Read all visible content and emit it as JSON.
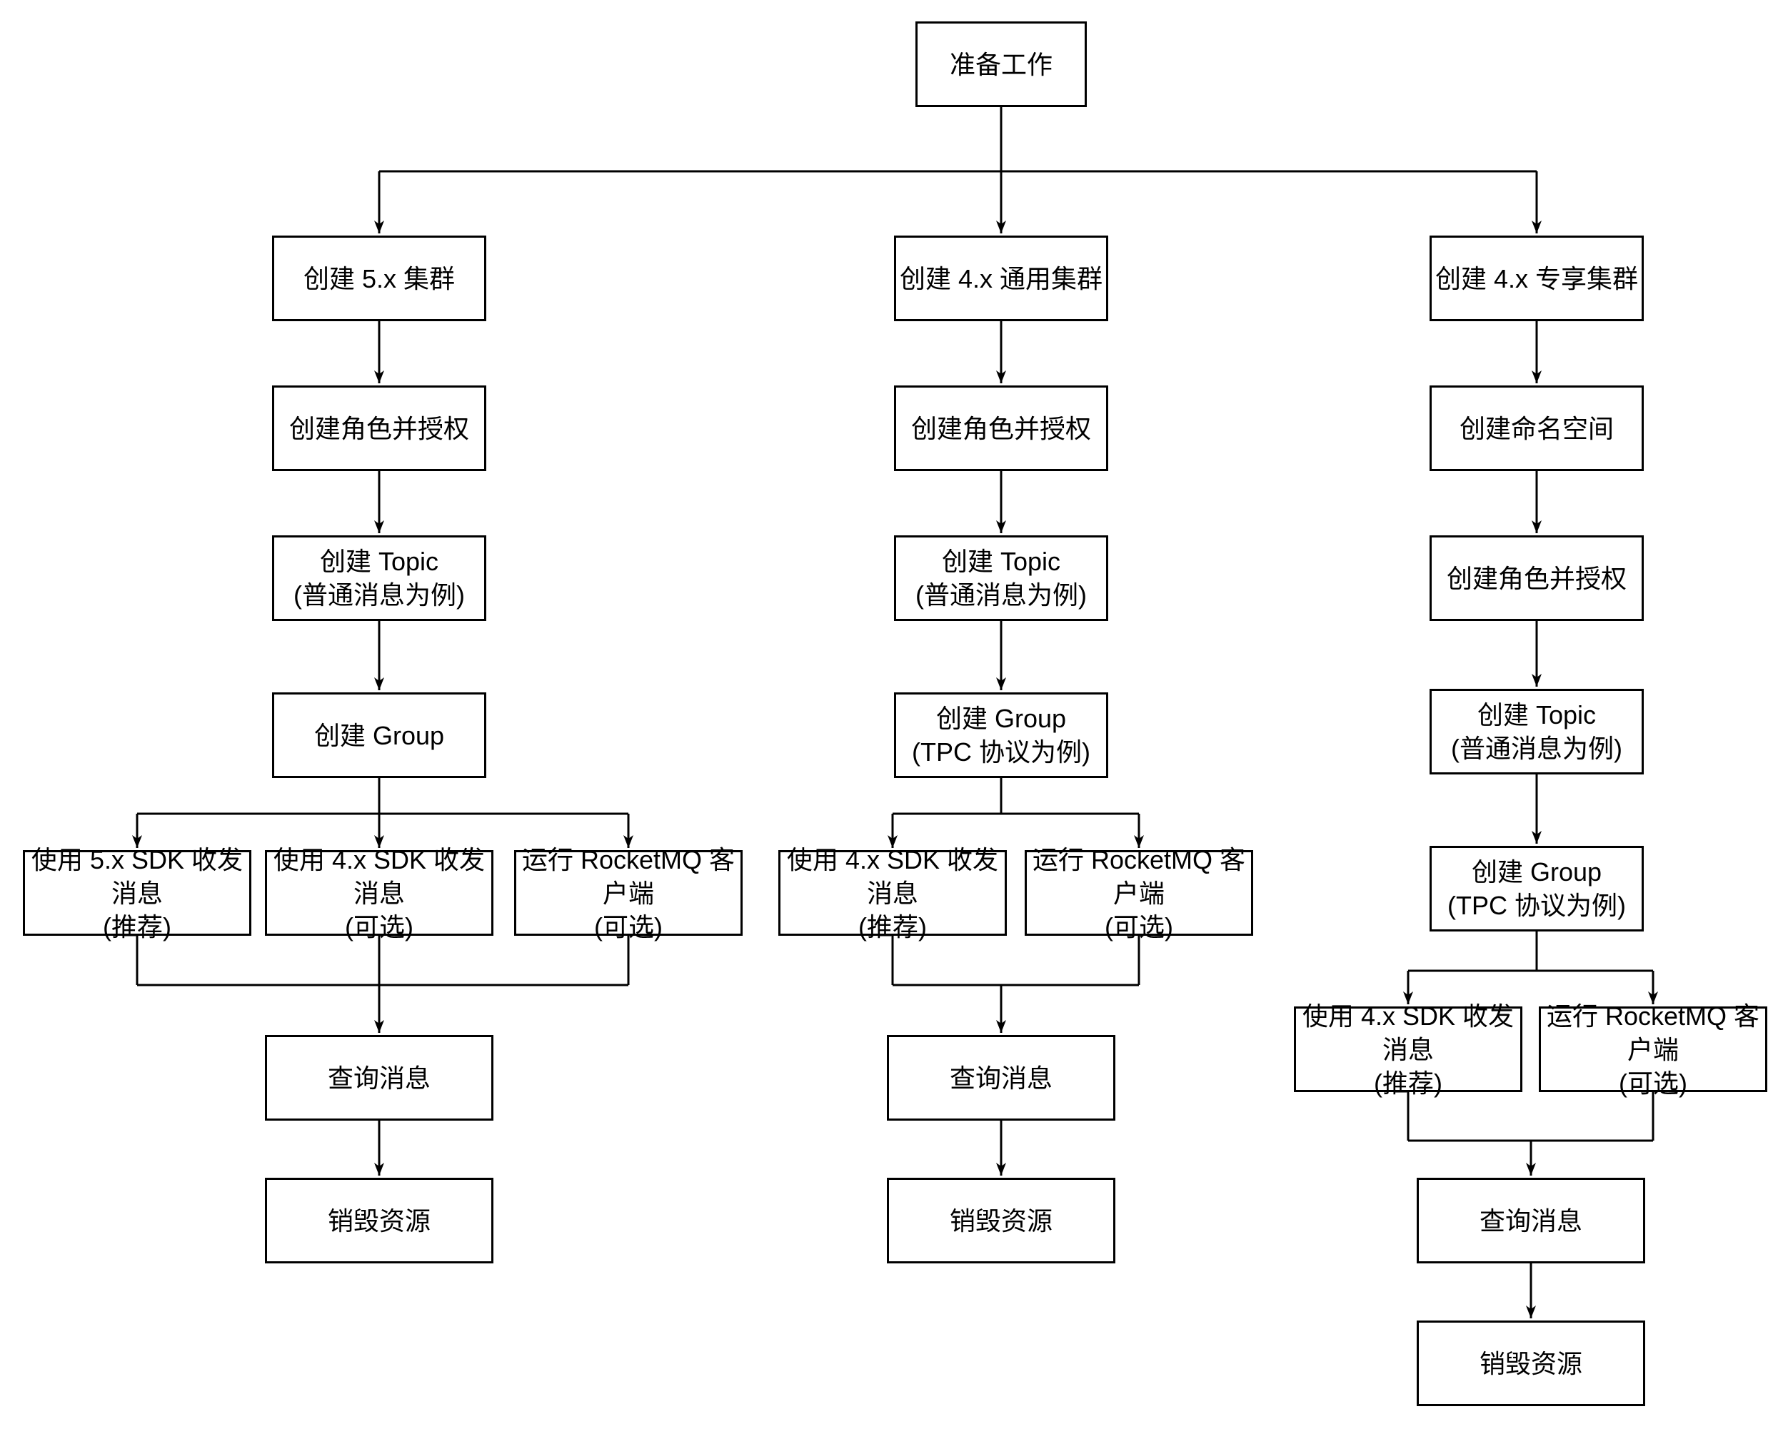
{
  "flow": {
    "start": "准备工作",
    "col_5x": {
      "create_cluster": "创建 5.x 集群",
      "create_role": "创建角色并授权",
      "create_topic": "创建 Topic\n(普通消息为例)",
      "create_group": "创建 Group",
      "use_5x_sdk": "使用 5.x SDK 收发消息\n(推荐)",
      "use_4x_sdk": "使用 4.x SDK 收发消息\n(可选)",
      "run_client": "运行 RocketMQ 客户端\n(可选)",
      "query_message": "查询消息",
      "destroy_resource": "销毁资源"
    },
    "col_4x_general": {
      "create_cluster": "创建 4.x 通用集群",
      "create_role": "创建角色并授权",
      "create_topic": "创建 Topic\n(普通消息为例)",
      "create_group": "创建 Group\n(TPC 协议为例)",
      "use_4x_sdk": "使用 4.x SDK 收发消息\n(推荐)",
      "run_client": "运行 RocketMQ 客户端\n(可选)",
      "query_message": "查询消息",
      "destroy_resource": "销毁资源"
    },
    "col_4x_dedicated": {
      "create_cluster": "创建 4.x 专享集群",
      "create_namespace": "创建命名空间",
      "create_role": "创建角色并授权",
      "create_topic": "创建 Topic\n(普通消息为例)",
      "create_group": "创建 Group\n(TPC 协议为例)",
      "use_4x_sdk": "使用 4.x SDK 收发消息\n(推荐)",
      "run_client": "运行 RocketMQ 客户端\n(可选)",
      "query_message": "查询消息",
      "destroy_resource": "销毁资源"
    }
  },
  "colors": {
    "line": "#000000",
    "box_background": "#ffffff",
    "text": "#000000"
  }
}
